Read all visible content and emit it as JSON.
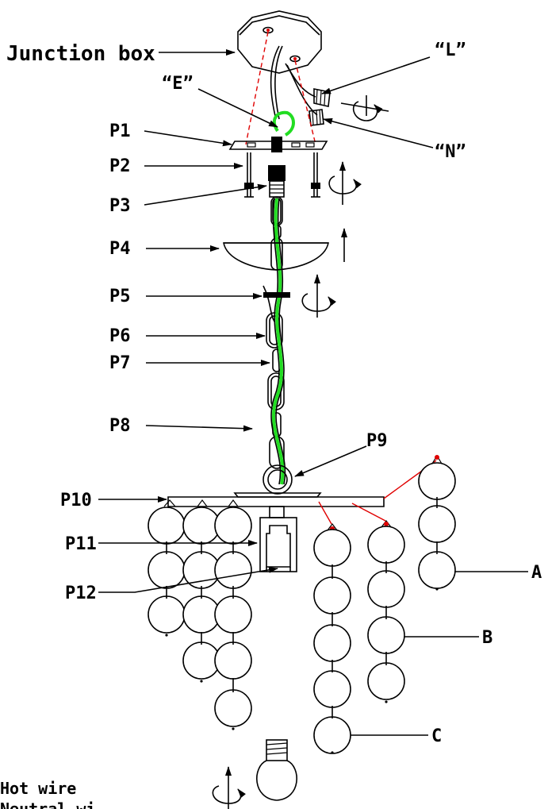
{
  "labels": {
    "junction_box": "Junction box",
    "L": "“L”",
    "E": "“E”",
    "N": "“N”",
    "P1": "P1",
    "P2": "P2",
    "P3": "P3",
    "P4": "P4",
    "P5": "P5",
    "P6": "P6",
    "P7": "P7",
    "P8": "P8",
    "P9": "P9",
    "P10": "P10",
    "P11": "P11",
    "P12": "P12",
    "A": "A",
    "B": "B",
    "C": "C"
  },
  "notes": {
    "hot_wire": "Hot wire",
    "neutral_wire_partial": "Neutral wi"
  },
  "colors": {
    "ground_wire": "#22dd22",
    "dashed_guides": "#e00000",
    "line": "#000000"
  },
  "icons": [
    "rotate-arrow-icon",
    "up-arrow-icon",
    "light-bulb-icon",
    "junction-box-icon"
  ]
}
